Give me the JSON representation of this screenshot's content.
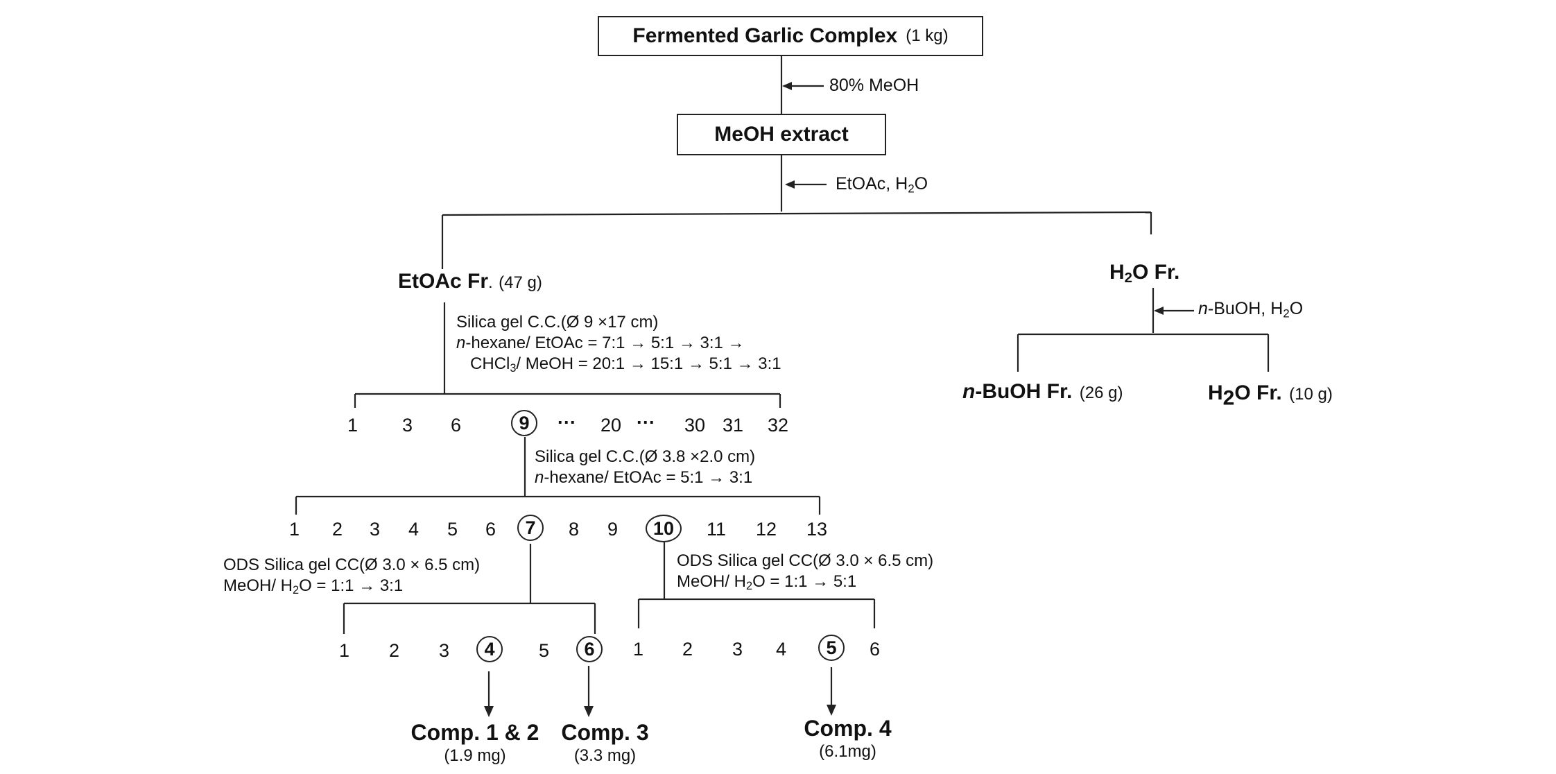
{
  "top_box": {
    "name": "Fermented Garlic Complex",
    "amount": "(1 kg)"
  },
  "step1_reagent": "80% MeOH",
  "meoh_box": "MeOH extract",
  "step2_reagent_main": "EtOAc, H",
  "step2_reagent_sub": "2",
  "step2_reagent_tail": "O",
  "etoac_fr": {
    "name": "EtOAc Fr",
    "dot": ".",
    "amount": "(47 g)"
  },
  "h2o_fr": {
    "pre": "H",
    "sub": "2",
    "post": "O Fr."
  },
  "butanol_reagent": {
    "ital": "n",
    "pre": "-BuOH, H",
    "sub": "2",
    "post": "O"
  },
  "butanol_fr": {
    "ital": "n",
    "name": "-BuOH Fr.",
    "amount": "(26 g)"
  },
  "h2o_fr2": {
    "pre": "H",
    "sub": "2",
    "post": "O Fr.",
    "amount": "(10 g)"
  },
  "cc1": {
    "line1": "Silica gel C.C.(Ø 9 ×17 cm)",
    "line2_ital": "n",
    "line2": "-hexane/ EtOAc = 7:1 → 5:1 → 3:1 →",
    "line3_pre": "CHCl",
    "line3_sub": "3",
    "line3_post": "/ MeOH = 20:1 → 15:1 → 5:1 → 3:1"
  },
  "row1": [
    "1",
    "3",
    "6",
    "9",
    "···",
    "20",
    "···",
    "30",
    "31",
    "32"
  ],
  "cc2": {
    "line1": "Silica gel C.C.(Ø 3.8 ×2.0 cm)",
    "line2_ital": "n",
    "line2": "-hexane/ EtOAc = 5:1 → 3:1"
  },
  "row2": [
    "1",
    "2",
    "3",
    "4",
    "5",
    "6",
    "7",
    "8",
    "9",
    "10",
    "11",
    "12",
    "13"
  ],
  "cc3": {
    "line1": "ODS Silica gel CC(Ø 3.0 × 6.5 cm)",
    "line2_pre": "MeOH/ H",
    "line2_sub": "2",
    "line2_post": "O = 1:1 → 3:1"
  },
  "cc4": {
    "line1": "ODS Silica gel CC(Ø 3.0 × 6.5 cm)",
    "line2_pre": "MeOH/ H",
    "line2_sub": "2",
    "line2_post": "O = 1:1 → 5:1"
  },
  "row3a": [
    "1",
    "2",
    "3",
    "4",
    "5",
    "6"
  ],
  "row3b": [
    "1",
    "2",
    "3",
    "4",
    "5",
    "6"
  ],
  "comp1": {
    "name": "Comp. 1 & 2",
    "amount": "(1.9 mg)"
  },
  "comp2": {
    "name": "Comp. 3",
    "amount": "(3.3 mg)"
  },
  "comp3": {
    "name": "Comp. 4",
    "amount": "(6.1mg)"
  }
}
